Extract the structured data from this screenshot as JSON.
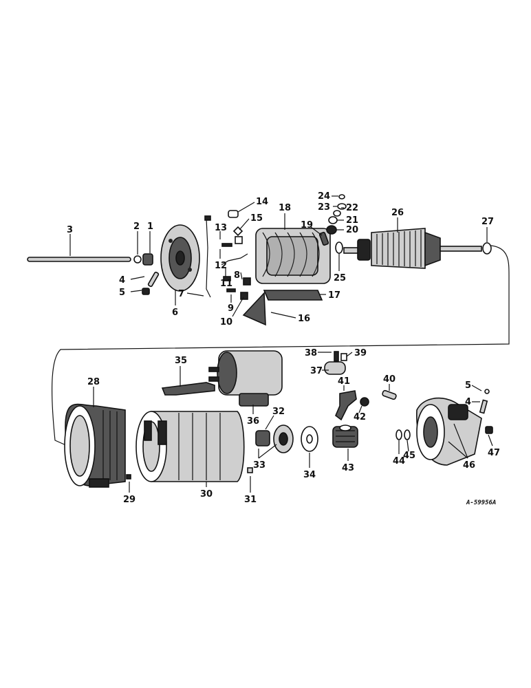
{
  "diagram": {
    "drawing_code": "A-59956A",
    "callouts": [
      "1",
      "2",
      "3",
      "4",
      "5",
      "6",
      "7",
      "8",
      "9",
      "10",
      "11",
      "12",
      "13",
      "14",
      "15",
      "16",
      "17",
      "18",
      "19",
      "20",
      "21",
      "22",
      "23",
      "24",
      "25",
      "26",
      "27",
      "28",
      "29",
      "30",
      "31",
      "32",
      "33",
      "34",
      "35",
      "36",
      "37",
      "38",
      "39",
      "40",
      "41",
      "42",
      "43",
      "44",
      "45",
      "46",
      "47"
    ],
    "upper_callouts": {
      "c3": "3",
      "c2": "2",
      "c1": "1",
      "c4": "4",
      "c5": "5",
      "c6": "6",
      "c7": "7",
      "c8": "8",
      "c9": "9",
      "c10": "10",
      "c11": "11",
      "c12": "12",
      "c13": "13",
      "c14": "14",
      "c15": "15",
      "c16": "16",
      "c17": "17",
      "c18": "18",
      "c19": "19",
      "c20": "20",
      "c21": "21",
      "c22": "22",
      "c23": "23",
      "c24": "24",
      "c25": "25",
      "c26": "26",
      "c27": "27"
    },
    "lower_callouts": {
      "c28": "28",
      "c29": "29",
      "c30": "30",
      "c31": "31",
      "c32": "32",
      "c33": "33",
      "c34": "34",
      "c35": "35",
      "c36": "36",
      "c37": "37",
      "c38": "38",
      "c39": "39",
      "c40": "40",
      "c41": "41",
      "c42": "42",
      "c43": "43",
      "c44": "44",
      "c45": "45",
      "c46": "46",
      "c47": "47",
      "c5b": "5",
      "c4b": "4"
    }
  }
}
